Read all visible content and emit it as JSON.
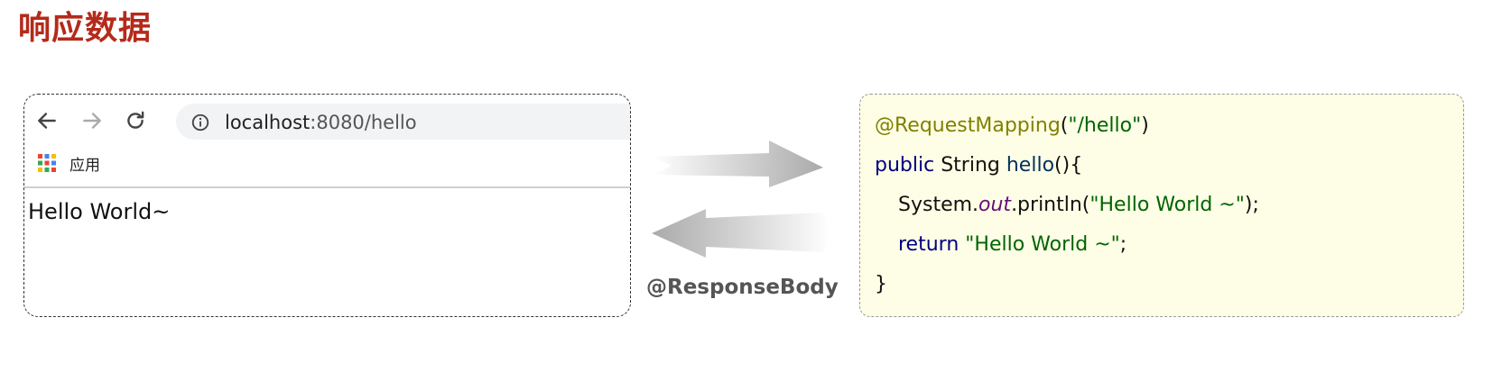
{
  "title": "响应数据",
  "browser": {
    "nav": {
      "back_icon": "arrow-left-icon",
      "forward_icon": "arrow-right-icon",
      "reload_icon": "reload-icon",
      "info_icon": "info-icon"
    },
    "url": {
      "host": "localhost",
      "rest": ":8080/hello"
    },
    "bookmarks": {
      "apps_icon": "apps-grid-icon",
      "label": "应用"
    },
    "page_text": "Hello World~"
  },
  "arrows": {
    "label": "@ResponseBody"
  },
  "code": {
    "l1_annotation": "@RequestMapping",
    "l1_paren_open": "(",
    "l1_string": "\"/hello\"",
    "l1_paren_close": ")",
    "l2_kw": "public",
    "l2_type": " String ",
    "l2_name": "hello",
    "l2_rest": "(){",
    "l3_class": "System.",
    "l3_field": "out",
    "l3_call": ".println(",
    "l3_string": "\"Hello World ~\"",
    "l3_end": ");",
    "l4_kw": "return",
    "l4_space": " ",
    "l4_string": "\"Hello World ~\"",
    "l4_end": ";",
    "l5_close": "}"
  },
  "colors": {
    "title": "#b52a1a",
    "annotation": "#808000",
    "keyword": "#000080",
    "string": "#006400",
    "code_bg": "#fefee6"
  }
}
